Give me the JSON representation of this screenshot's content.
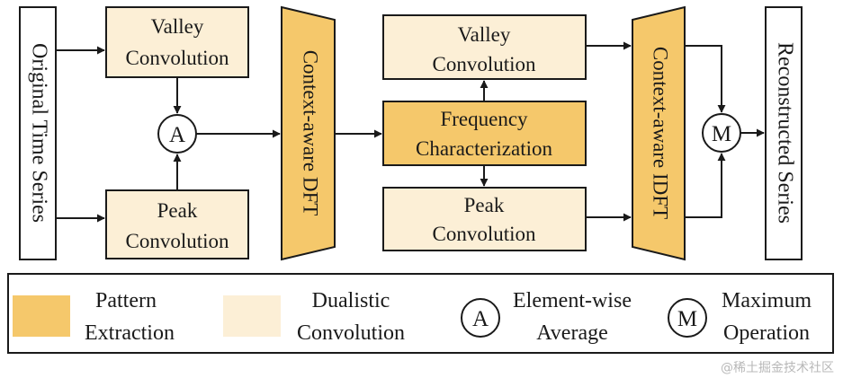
{
  "colors": {
    "pattern_extraction": "#f5c86b",
    "dualistic_convolution": "#fcefd6",
    "stroke": "#1a1a1a",
    "legend_bg": "#ffffff",
    "watermark": "#b8b8b8"
  },
  "diagram": {
    "input_label": "Original Time Series",
    "output_label": "Reconstructed Series",
    "left_valley_conv": [
      "Valley",
      "Convolution"
    ],
    "left_peak_conv": [
      "Peak",
      "Convolution"
    ],
    "avg_op": "A",
    "dft": "Context-aware DFT",
    "freq_char": [
      "Frequency",
      "Characterization"
    ],
    "right_valley_conv": [
      "Valley",
      "Convolution"
    ],
    "right_peak_conv": [
      "Peak",
      "Convolution"
    ],
    "idft": "Context-aware IDFT",
    "max_op": "M"
  },
  "legend": {
    "pattern_extraction": [
      "Pattern",
      "Extraction"
    ],
    "dualistic_convolution": [
      "Dualistic",
      "Convolution"
    ],
    "avg_symbol": "A",
    "element_wise_average": [
      "Element-wise",
      "Average"
    ],
    "max_symbol": "M",
    "maximum_operation": [
      "Maximum",
      "Operation"
    ]
  },
  "watermark": "@稀土掘金技术社区"
}
